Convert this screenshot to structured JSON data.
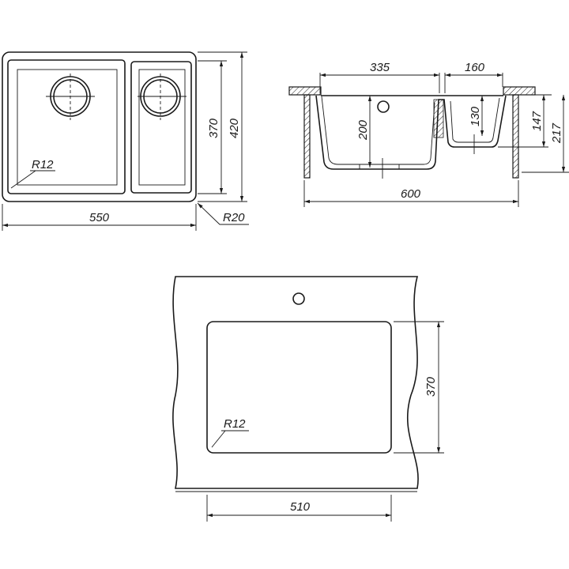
{
  "top_view": {
    "width": "550",
    "bowl_depth_dim": "370",
    "depth": "420",
    "inner_radius": "R12",
    "outer_radius": "R20"
  },
  "side_view": {
    "left_bowl_width": "335",
    "right_bowl_width": "160",
    "left_bowl_depth": "200",
    "right_bowl_depth": "130",
    "right_height": "147",
    "total_height": "217",
    "cabinet_width": "600"
  },
  "cutout_view": {
    "height": "370",
    "width": "510",
    "corner_radius": "R12"
  }
}
